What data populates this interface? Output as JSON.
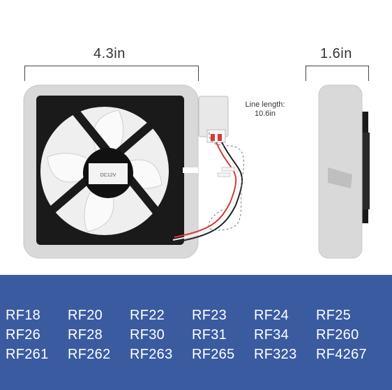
{
  "dimensions": {
    "width_label": "4.3in",
    "depth_label": "1.6in",
    "line_length_label": "Line length:",
    "line_length_value": "10.6in"
  },
  "fan_label_text": "DC12V",
  "colors": {
    "banner_bg": "#3a5ba0",
    "banner_text": "#ffffff",
    "foam": "#d9d9d9",
    "fan_frame": "#1a1a1a",
    "blade": "#f2f2f2",
    "connector": "#e8e8e8",
    "wire_red": "#d23b3b"
  },
  "models": [
    "RF18",
    "RF20",
    "RF22",
    "RF23",
    "RF24",
    "RF25",
    "RF26",
    "RF28",
    "RF30",
    "RF31",
    "RF34",
    "RF260",
    "RF261",
    "RF262",
    "RF263",
    "RF265",
    "RF323",
    "RF4267"
  ]
}
